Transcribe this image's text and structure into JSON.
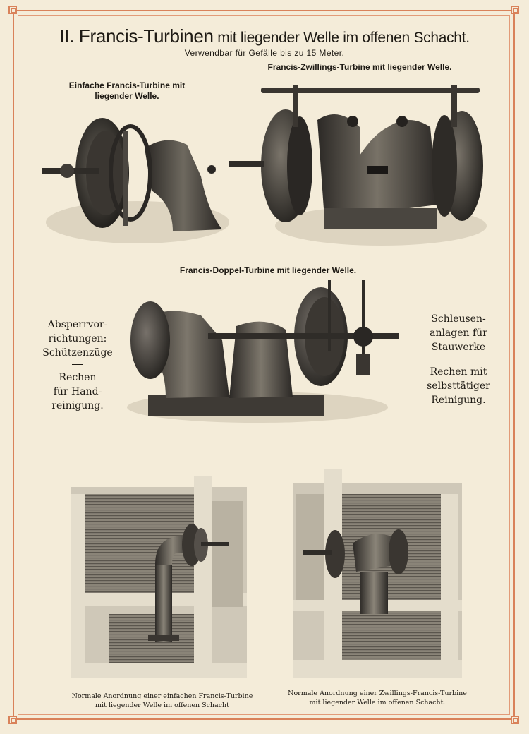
{
  "title": {
    "part1": "II. Francis-Turbinen",
    "part2": " mit liegender Welle im offenen Schacht."
  },
  "subtitle": "Verwendbar für Gefälle bis zu 15 Meter.",
  "labels": {
    "simple": [
      "Einfache Francis-Turbine mit",
      "liegender Welle."
    ],
    "twin": "Francis-Zwillings-Turbine mit liegender Welle.",
    "double": "Francis-Doppel-Turbine mit liegender Welle."
  },
  "left_column": {
    "top": [
      "Absperrvor-",
      "richtungen:",
      "Schützenzüge"
    ],
    "bottom": [
      "Rechen",
      "für Hand-",
      "reinigung."
    ]
  },
  "right_column": {
    "top": [
      "Schleusen-",
      "anlagen für",
      "Stauwerke"
    ],
    "bottom": [
      "Rechen mit",
      "selbsttätiger",
      "Reinigung."
    ]
  },
  "captions": {
    "left": [
      "Normale Anordnung einer einfachen Francis-Turbine",
      "mit liegender Welle im offenen Schacht"
    ],
    "right": [
      "Normale Anordnung einer Zwillings-Francis-Turbine",
      "mit liegender Welle im offenen Schacht."
    ]
  },
  "colors": {
    "paper": "#f4ecd9",
    "border": "#d9825a",
    "ink": "#1e1a14"
  }
}
